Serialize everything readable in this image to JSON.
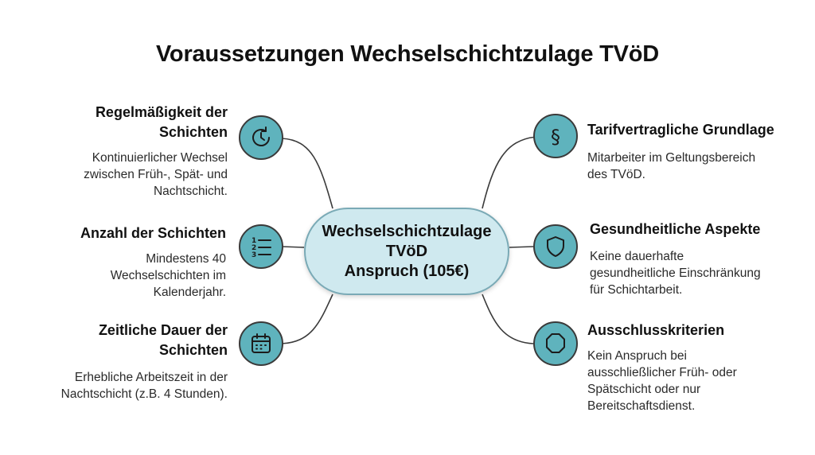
{
  "title": "Voraussetzungen Wechselschichtzulage TVöD",
  "center": {
    "label": "Wechselschichtzulage\nTVöD\nAnspruch (105€)"
  },
  "colors": {
    "node": "#5fb3bd",
    "center": "#cfe9ef",
    "center_border": "#7aaab6",
    "line": "#3a3a3a"
  },
  "left": [
    {
      "icon": "clock-cycle-icon",
      "heading": "Regelmäßigkeit der\nSchichten",
      "text": "Kontinuierlicher Wechsel\nzwischen Früh-, Spät- und\nNachtschicht."
    },
    {
      "icon": "numbered-list-icon",
      "heading": "Anzahl der Schichten",
      "text": "Mindestens 40\nWechselschichten im\nKalenderjahr."
    },
    {
      "icon": "calendar-icon",
      "heading": "Zeitliche Dauer der\nSchichten",
      "text": "Erhebliche Arbeitszeit in der\nNachtschicht (z.B. 4 Stunden)."
    }
  ],
  "right": [
    {
      "icon": "paragraph-icon",
      "heading": "Tarifvertragliche Grundlage",
      "text": "Mitarbeiter im Geltungsbereich\ndes TVöD."
    },
    {
      "icon": "shield-icon",
      "heading": "Gesundheitliche Aspekte",
      "text": "Keine dauerhafte\ngesundheitliche Einschränkung\nfür Schichtarbeit."
    },
    {
      "icon": "octagon-icon",
      "heading": "Ausschlusskriterien",
      "text": "Kein Anspruch bei\nausschließlicher Früh- oder\nSpätschicht oder nur\nBereitschaftsdienst."
    }
  ]
}
